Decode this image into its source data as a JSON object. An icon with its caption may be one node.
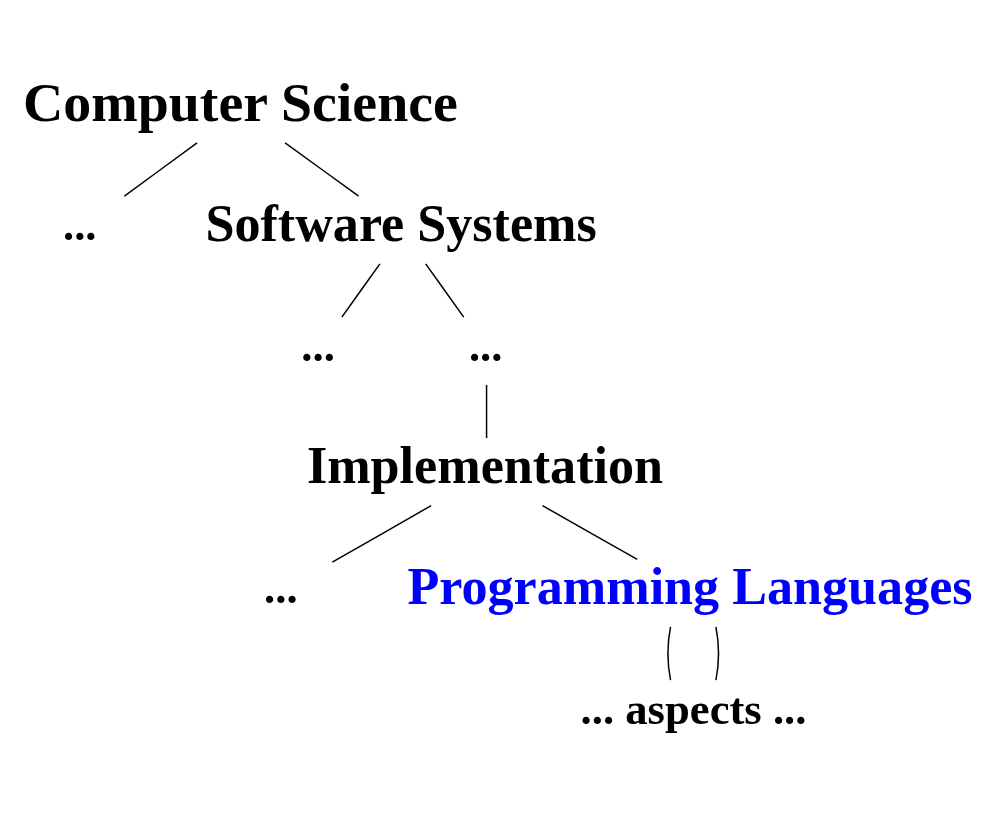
{
  "diagram": {
    "nodes": [
      {
        "text": [
          "Computer Science"
        ]
      },
      {
        "text": [
          "..."
        ]
      },
      {
        "text": [
          "Software Systems"
        ]
      },
      {
        "text": [
          "..."
        ]
      },
      {
        "text": [
          "..."
        ]
      },
      {
        "text": [
          "Implementation"
        ]
      },
      {
        "text": [
          "..."
        ]
      },
      {
        "text": [
          "Programming Languages"
        ]
      },
      {
        "text": [
          "... aspects ..."
        ]
      }
    ],
    "edges": [
      {
        "from": 0,
        "to": 1,
        "arrow": "none"
      },
      {
        "from": 0,
        "to": 2,
        "arrow": "none"
      },
      {
        "from": 2,
        "to": 3,
        "arrow": "none"
      },
      {
        "from": 2,
        "to": 4,
        "arrow": "none"
      },
      {
        "from": 4,
        "to": 5,
        "arrow": "none"
      },
      {
        "from": 5,
        "to": 6,
        "arrow": "none"
      },
      {
        "from": 5,
        "to": 7,
        "arrow": "none"
      },
      {
        "from": 7,
        "to": 8,
        "arrow": "none"
      },
      {
        "from": 7,
        "to": 8,
        "arrow": "none"
      }
    ]
  }
}
